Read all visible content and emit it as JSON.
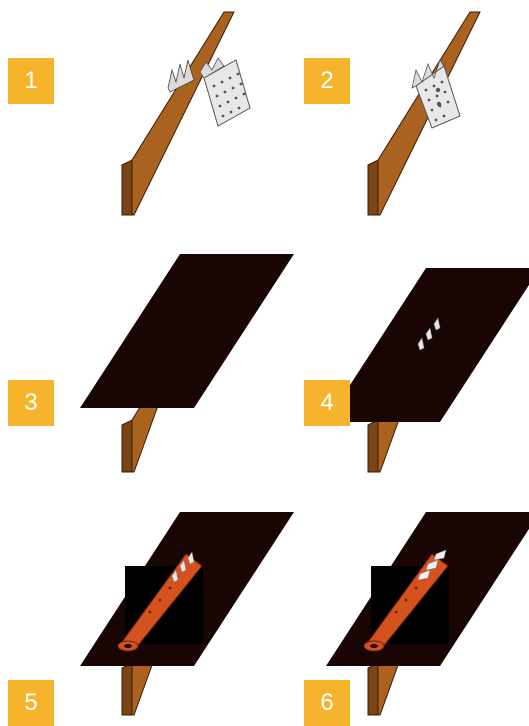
{
  "steps": [
    {
      "number": "1"
    },
    {
      "number": "2"
    },
    {
      "number": "3"
    },
    {
      "number": "4"
    },
    {
      "number": "5"
    },
    {
      "number": "6"
    }
  ],
  "colors": {
    "badge": "#f6b42c",
    "badge_text": "#ffffff",
    "timber_front": "#a9621f",
    "timber_side": "#7a4514",
    "membrane": "#1a0505",
    "bracket": "#dcdcdc",
    "anchor": "#d4521e",
    "cutout": "#000000"
  },
  "icons": {
    "timber": "timber-beam-icon",
    "plate": "perforated-plate-icon",
    "membrane": "roof-membrane-icon",
    "anchor": "anchor-arm-icon"
  }
}
